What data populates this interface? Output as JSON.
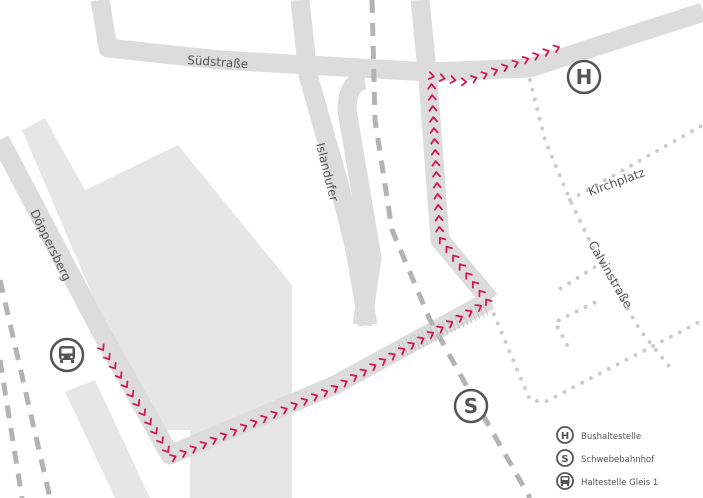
{
  "colors": {
    "road": "#dcdcdc",
    "building": "#e6e6e6",
    "rail": "#b3b3b3",
    "dots": "#cccccc",
    "route": "#d2185a",
    "icon": "#555555",
    "text": "#555555"
  },
  "streets": {
    "suedstrasse": "Südstraße",
    "islandufer": "Islandufer",
    "doeppersberg": "Döppersberg",
    "kirchplatz": "Kirchplatz",
    "calvinstrasse": "Calvinstraße"
  },
  "markers": {
    "bus_stop_symbol": "H",
    "suspension_railway_symbol": "S",
    "bus_icon": "bus-icon"
  },
  "legend": {
    "items": [
      {
        "symbol": "H",
        "label": "Bushaltestelle"
      },
      {
        "symbol": "S",
        "label": "Schwebebahnhof"
      },
      {
        "symbol": "bus-icon",
        "label": "Haltestelle Gleis 1"
      }
    ]
  }
}
